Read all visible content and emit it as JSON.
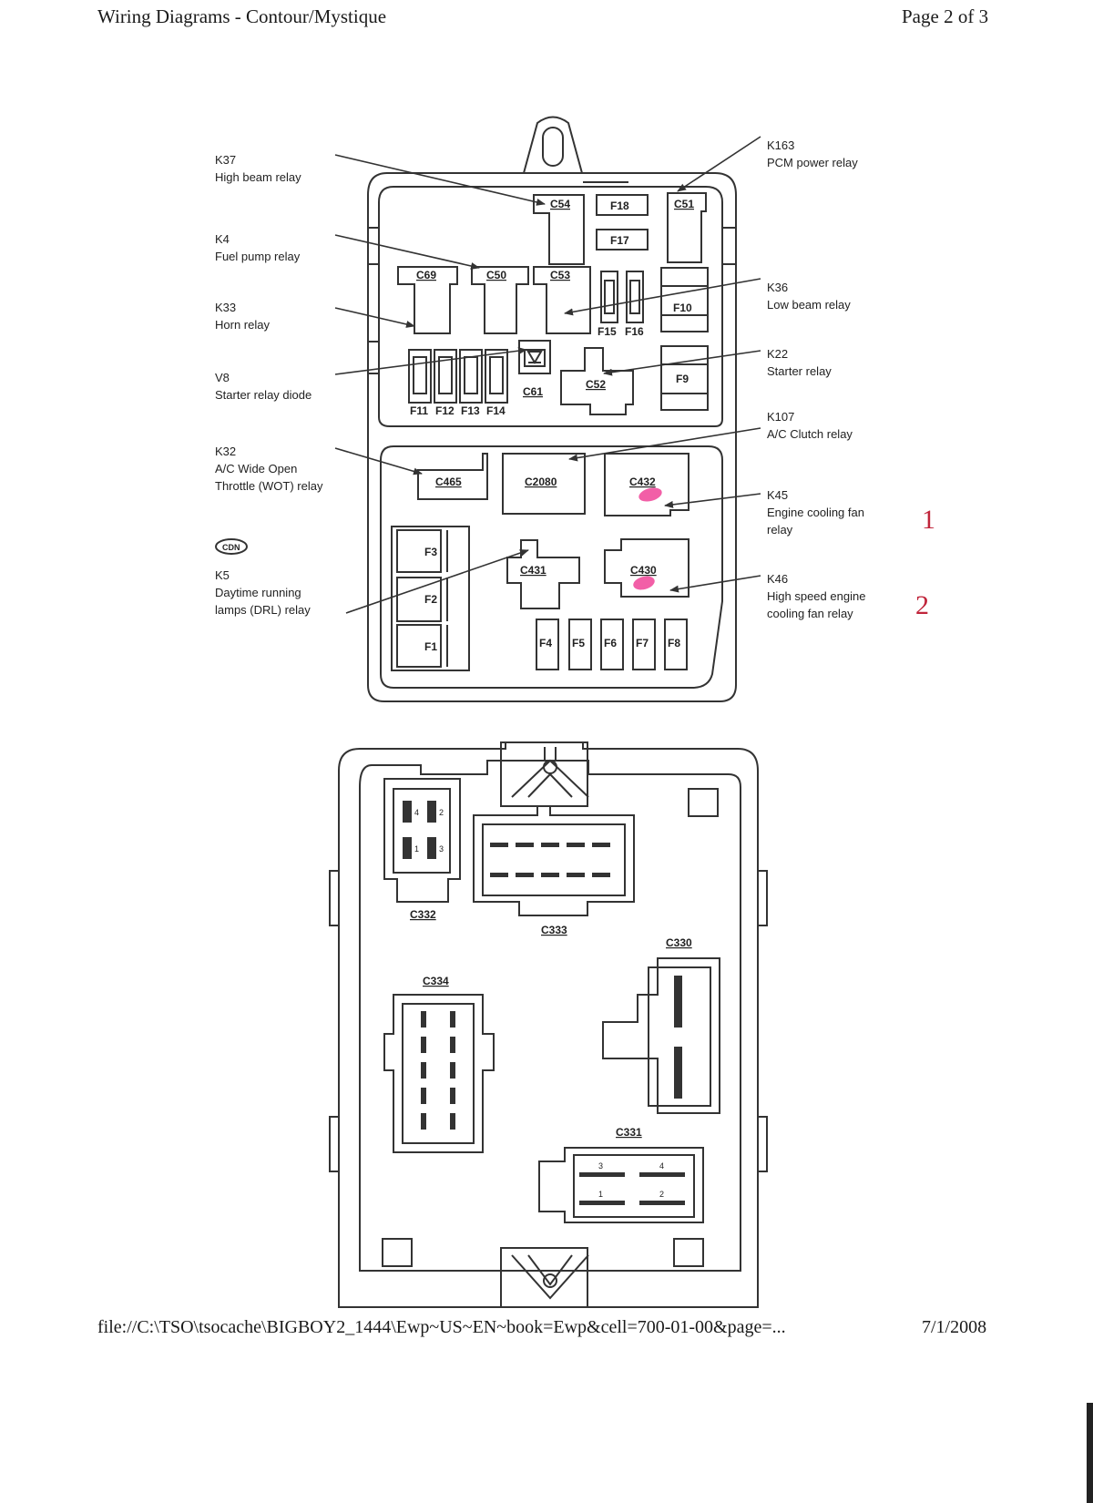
{
  "header": {
    "title": "Wiring Diagrams - Contour/Mystique",
    "page": "Page 2 of 3"
  },
  "footer": {
    "path": "file://C:\\TSO\\tsocache\\BIGBOY2_1444\\Ewp~US~EN~book=Ewp&cell=700-01-00&page=...",
    "date": "7/1/2008"
  },
  "labels_left": [
    {
      "code": "K37",
      "name": "High beam relay"
    },
    {
      "code": "K4",
      "name": "Fuel pump relay"
    },
    {
      "code": "K33",
      "name": "Horn relay"
    },
    {
      "code": "V8",
      "name": "Starter relay diode"
    },
    {
      "code": "K32",
      "name": "A/C Wide Open",
      "name2": "Throttle (WOT) relay"
    },
    {
      "code": "K5",
      "name": "Daytime running",
      "name2": "lamps (DRL) relay"
    }
  ],
  "labels_right": [
    {
      "code": "K163",
      "name": "PCM power relay"
    },
    {
      "code": "K36",
      "name": "Low beam relay"
    },
    {
      "code": "K22",
      "name": "Starter relay"
    },
    {
      "code": "K107",
      "name": "A/C Clutch relay"
    },
    {
      "code": "K45",
      "name": "Engine cooling fan",
      "name2": "relay"
    },
    {
      "code": "K46",
      "name": "High speed engine",
      "name2": "cooling fan relay"
    }
  ],
  "cdn_badge": "CDN",
  "handwritten": {
    "mark1": "1",
    "mark2": "2"
  },
  "relays": {
    "c54": "C54",
    "c51": "C51",
    "c69": "C69",
    "c50": "C50",
    "c53": "C53",
    "c61": "C61",
    "c52": "C52",
    "c465": "C465",
    "c2080": "C2080",
    "c432": "C432",
    "c431": "C431",
    "c430": "C430"
  },
  "fuses": {
    "f1": "F1",
    "f2": "F2",
    "f3": "F3",
    "f4": "F4",
    "f5": "F5",
    "f6": "F6",
    "f7": "F7",
    "f8": "F8",
    "f9": "F9",
    "f10": "F10",
    "f11": "F11",
    "f12": "F12",
    "f13": "F13",
    "f14": "F14",
    "f15": "F15",
    "f16": "F16",
    "f17": "F17",
    "f18": "F18"
  },
  "connectors": {
    "c332": "C332",
    "c333": "C333",
    "c330": "C330",
    "c334": "C334",
    "c331": "C331",
    "c332_pins": [
      "4",
      "2",
      "1",
      "3"
    ],
    "c331_pins": [
      "3",
      "4",
      "1",
      "2"
    ]
  },
  "colors": {
    "ink": "#333333",
    "highlight": "#ee2a8a",
    "handwriting": "#c0243a"
  }
}
